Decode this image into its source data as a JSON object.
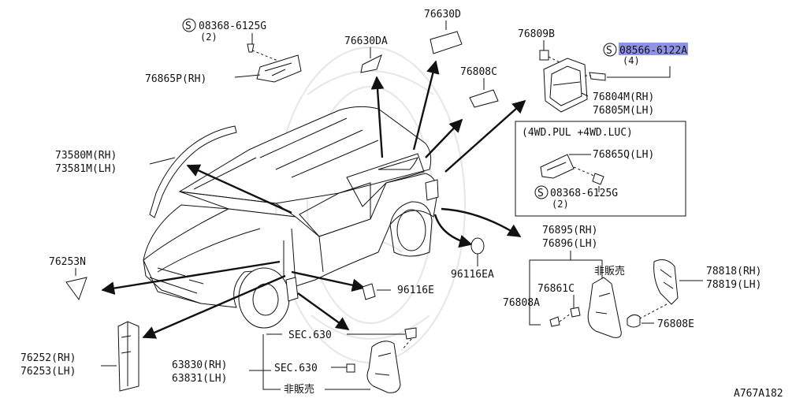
{
  "diagram_code": "A767A182",
  "highlight_color": "#8f93e8",
  "screw_symbol": "S",
  "parts": {
    "screw_top": {
      "number": "08368-6125G",
      "qty": "(2)"
    },
    "p76865P": "76865P(RH)",
    "p76630DA": "76630DA",
    "p76630D": "76630D",
    "p76809B": "76809B",
    "screw_right": {
      "number": "08566-6122A",
      "qty": "(4)"
    },
    "p76808C": "76808C",
    "p76804M": "76804M(RH)",
    "p76805M": "76805M(LH)",
    "variant_box": {
      "title": "(4WD.PUL +4WD.LUC)",
      "part": "76865Q(LH)",
      "screw": {
        "number": "08368-6125G",
        "qty": "(2)"
      }
    },
    "p73580M": "73580M(RH)",
    "p73581M": "73581M(LH)",
    "p76253N": "76253N",
    "p96116EA": "96116EA",
    "p96116E": "96116E",
    "p76895": "76895(RH)",
    "p76896": "76896(LH)",
    "not_for_sale_1": "非販売",
    "p76861C": "76861C",
    "p76808A": "76808A",
    "p78818": "78818(RH)",
    "p78819": "78819(LH)",
    "p76808E": "76808E",
    "p76252": "76252(RH)",
    "p76253": "76253(LH)",
    "sec630_top": "SEC.630",
    "p63830": "63830(RH)",
    "sec630_mid": "SEC.630",
    "p63831": "63831(LH)",
    "not_for_sale_2": "非販売"
  }
}
